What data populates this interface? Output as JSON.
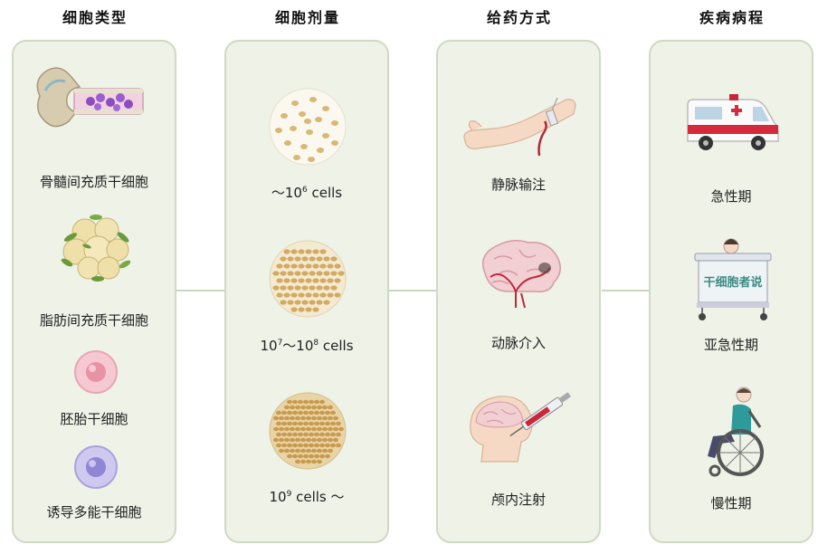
{
  "columns": [
    {
      "title": "细胞类型",
      "items": [
        "骨髓间充质干细胞",
        "脂肪间充质干细胞",
        "胚胎干细胞",
        "诱导多能干细胞"
      ]
    },
    {
      "title": "细胞剂量",
      "items": [
        {
          "prefix": "～10",
          "exp": "6",
          "suffix": " cells"
        },
        {
          "prefix": "10",
          "exp": "7",
          "mid": "～10",
          "exp2": "8",
          "suffix": " cells"
        },
        {
          "prefix": "10",
          "exp": "9",
          "suffix": " cells ～"
        }
      ]
    },
    {
      "title": "给药方式",
      "items": [
        "静脉输注",
        "动脉介入",
        "颅内注射"
      ]
    },
    {
      "title": "疾病病程",
      "items": [
        "急性期",
        "亚急性期",
        "慢性期"
      ]
    }
  ],
  "watermark": "干细胞者说",
  "colors": {
    "panel_bg": "#eef2e7",
    "panel_border": "#cfd9c4",
    "connector": "#c9d6bb"
  }
}
